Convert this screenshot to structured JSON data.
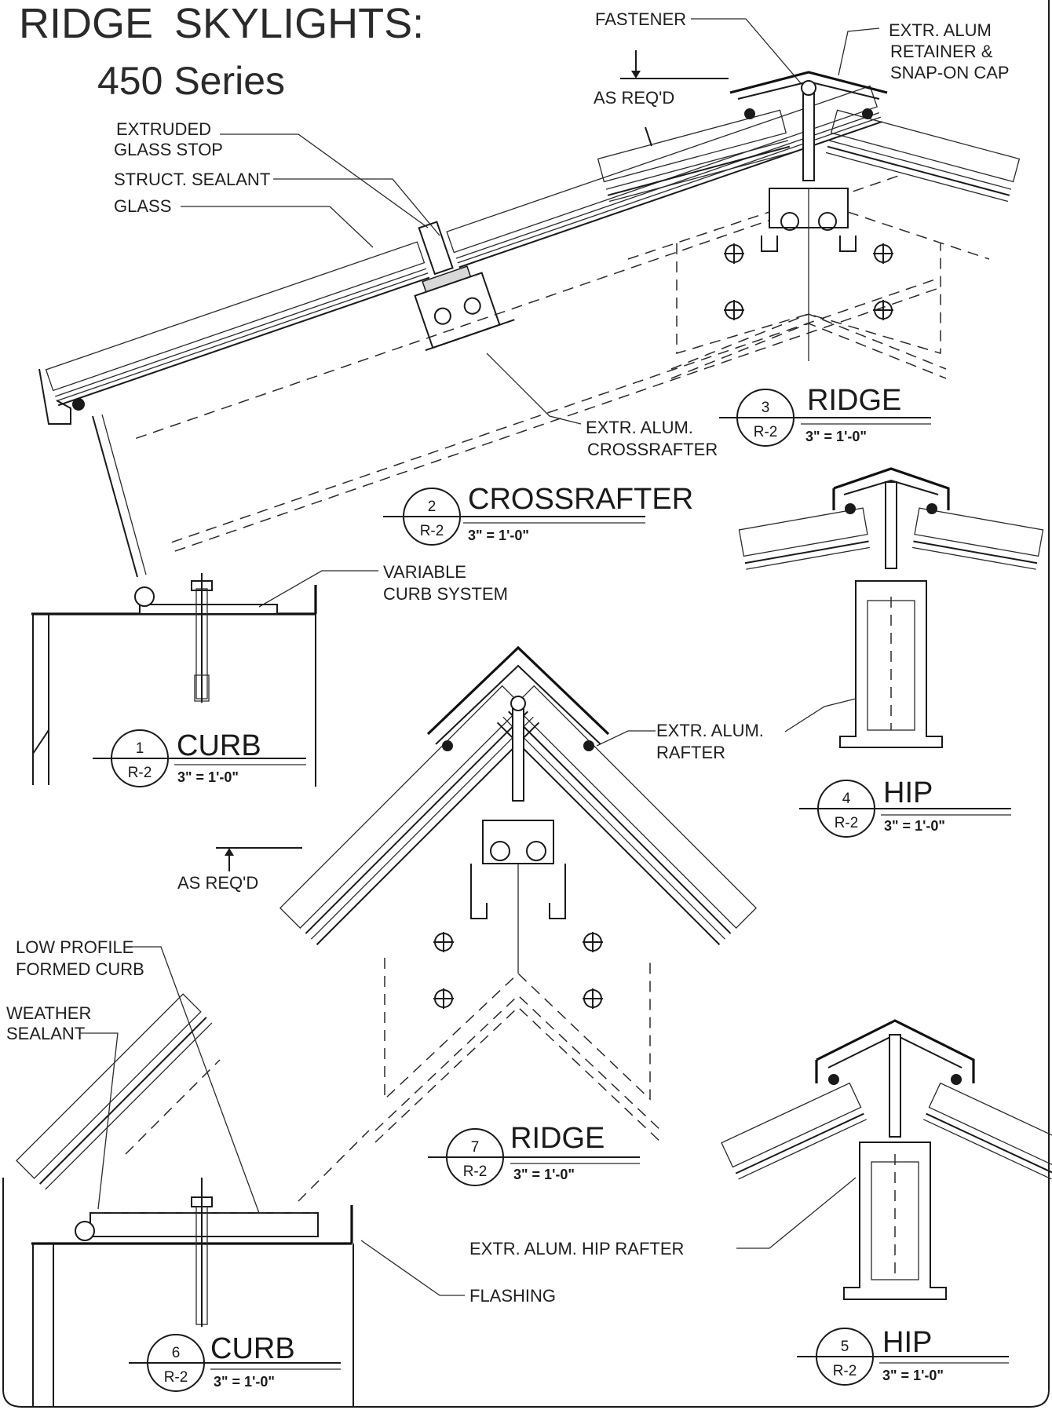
{
  "title": {
    "line1_part1": "RIDGE",
    "line1_part2": "SKYLIGHTS:",
    "line2": "450 Series"
  },
  "callouts": {
    "fastener": "FASTENER",
    "retainer_1": "EXTR. ALUM",
    "retainer_2": "RETAINER &",
    "retainer_3": "SNAP-ON CAP",
    "as_reqd_top": "AS REQ'D",
    "glass_stop_1": "EXTRUDED",
    "glass_stop_2": "GLASS STOP",
    "struct_sealant": "STRUCT. SEALANT",
    "glass": "GLASS",
    "crossrafter_1": "EXTR. ALUM.",
    "crossrafter_2": "CROSSRAFTER",
    "variable_curb_1": "VARIABLE",
    "variable_curb_2": "CURB SYSTEM",
    "rafter_1": "EXTR. ALUM.",
    "rafter_2": "RAFTER",
    "as_reqd_mid": "AS REQ'D",
    "low_profile_1": "LOW PROFILE",
    "low_profile_2": "FORMED CURB",
    "weather_1": "WEATHER",
    "weather_2": "SEALANT",
    "hip_rafter": "EXTR. ALUM. HIP RAFTER",
    "flashing": "FLASHING"
  },
  "details": [
    {
      "number": "1",
      "ref": "R-2",
      "name": "CURB",
      "scale": "3\" = 1'-0\""
    },
    {
      "number": "2",
      "ref": "R-2",
      "name": "CROSSRAFTER",
      "scale": "3\" = 1'-0\""
    },
    {
      "number": "3",
      "ref": "R-2",
      "name": "RIDGE",
      "scale": "3\" = 1'-0\""
    },
    {
      "number": "4",
      "ref": "R-2",
      "name": "HIP",
      "scale": "3\" = 1'-0\""
    },
    {
      "number": "5",
      "ref": "R-2",
      "name": "HIP",
      "scale": "3\" = 1'-0\""
    },
    {
      "number": "6",
      "ref": "R-2",
      "name": "CURB",
      "scale": "3\" = 1'-0\""
    },
    {
      "number": "7",
      "ref": "R-2",
      "name": "RIDGE",
      "scale": "3\" = 1'-0\""
    }
  ],
  "colors": {
    "ink": "#1a1a1a",
    "title_ink": "#2a2a2a",
    "paper": "#ffffff"
  }
}
